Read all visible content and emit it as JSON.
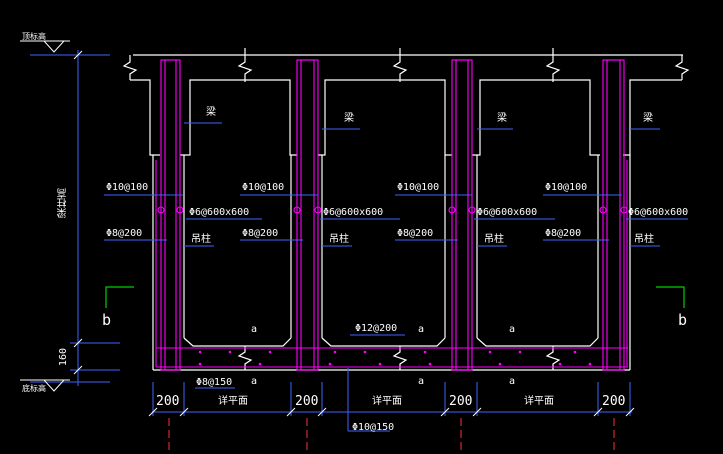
{
  "colors": {
    "background": "#000000",
    "structure": "#ffffff",
    "rebar": "#ff00ff",
    "dimension": "#3b63ff",
    "section_mark": "#00d000",
    "axis": "#ff3030",
    "text": "#ffffff"
  },
  "labels": {
    "top_elev": "顶标高",
    "bottom_elev": "底标高",
    "beam_height": "梁柱高",
    "beam": "梁",
    "stirrup_top": "Φ10@100",
    "stirrup_pattern": "Φ6@600x600",
    "stirrup_mid": "Φ8@200",
    "hanging_column": "吊柱",
    "slab_top_bar": "Φ12@200",
    "slab_left_bar": "Φ8@150",
    "slab_bottom_bar": "Φ10@150",
    "mark_a": "a",
    "section_b": "b",
    "dim_200": "200",
    "dim_160": "160",
    "detail_plan": "详平面"
  }
}
